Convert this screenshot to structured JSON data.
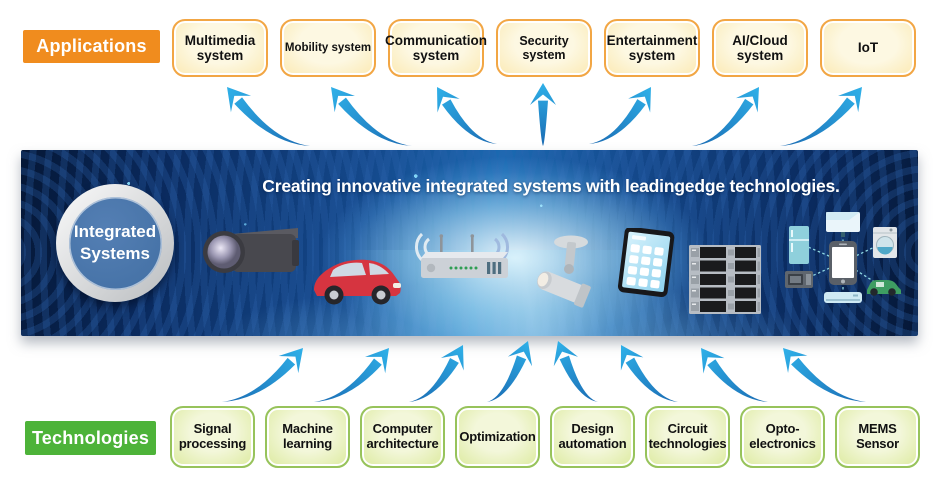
{
  "applications": {
    "label": "Applications",
    "items": [
      {
        "label": "Multimedia system"
      },
      {
        "label": "Mobility system"
      },
      {
        "label": "Communication system"
      },
      {
        "label": "Security system"
      },
      {
        "label": "Entertainment system"
      },
      {
        "label": "AI/Cloud system"
      },
      {
        "label": "IoT"
      }
    ]
  },
  "banner": {
    "headline": "Creating innovative integrated systems with leadingedge technologies.",
    "badge": "Integrated Systems",
    "devices": [
      "camcorder",
      "car",
      "wireless-router",
      "security-camera",
      "tablet-terminal",
      "server-rack",
      "smart-home-network"
    ]
  },
  "technologies": {
    "label": "Technologies",
    "items": [
      {
        "label": "Signal processing"
      },
      {
        "label": "Machine learning"
      },
      {
        "label": "Computer architecture"
      },
      {
        "label": "Optimization"
      },
      {
        "label": "Design automation"
      },
      {
        "label": "Circuit technologies"
      },
      {
        "label": "Opto-electronics"
      },
      {
        "label": "MEMS Sensor"
      }
    ]
  },
  "colors": {
    "applications_accent": "#F08C1E",
    "technologies_accent": "#4DB339",
    "app_box_border": "#F2A644",
    "app_box_fill": "#FBEDBE",
    "tech_box_border": "#97C35B",
    "tech_box_fill": "#E8F1C4",
    "arrow_head": "#2FB0E8",
    "arrow_tail": "#1A6AB2",
    "banner_base": "#0A2A5E",
    "badge_fill": "#4A77AC",
    "text_dark": "#111111",
    "text_light": "#FFFFFF"
  }
}
